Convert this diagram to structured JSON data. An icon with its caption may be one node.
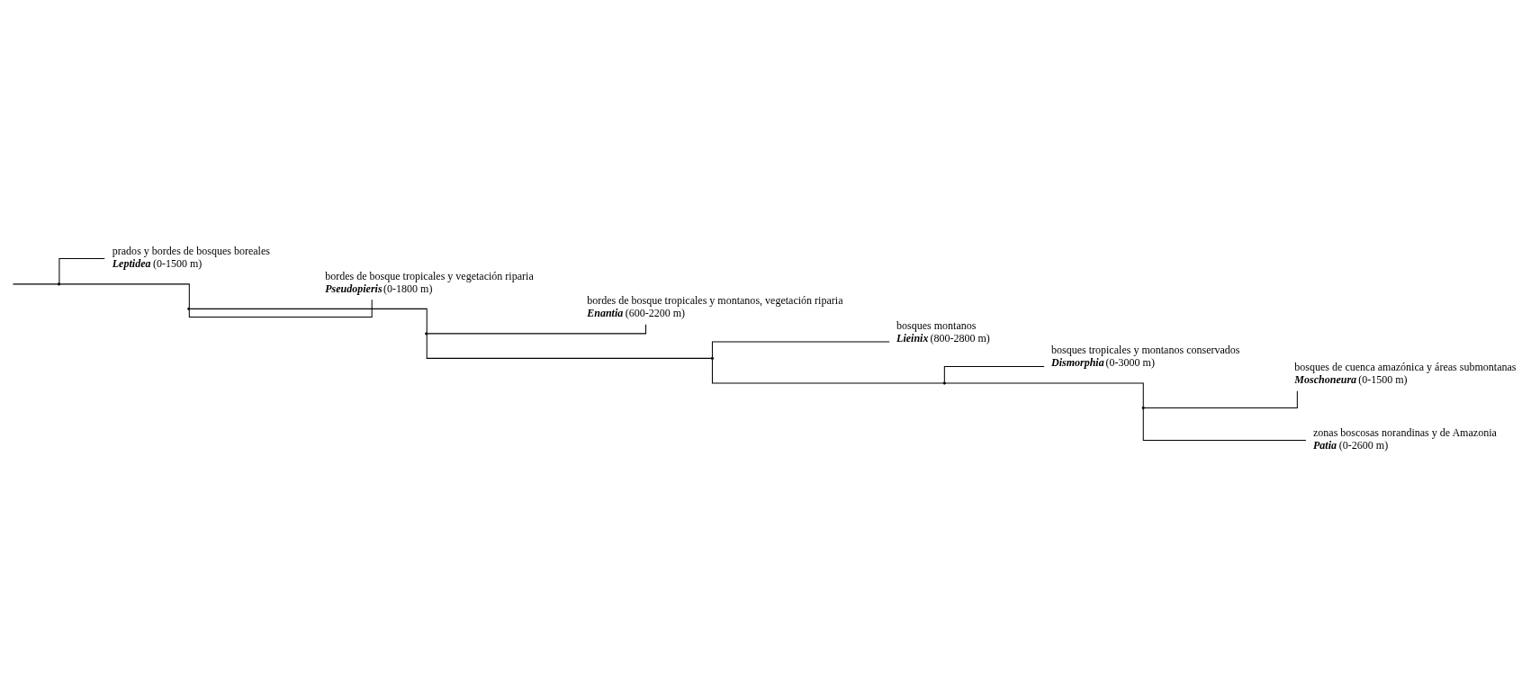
{
  "diagram": {
    "nodes": [
      {
        "text": [],
        "shape": "point"
      },
      {
        "text": [
          "Leptidea",
          "(0-1500 m)"
        ],
        "beside": [
          "prados y bordes de bosques boreales"
        ]
      },
      {
        "text": [],
        "shape": "point"
      },
      {
        "text": [
          "Pseudopieris",
          "(0-1800 m)"
        ],
        "beside": [
          "bordes de bosque tropicales y vegetación riparia"
        ]
      },
      {
        "text": [],
        "shape": "point"
      },
      {
        "text": [
          "Enantia",
          "(600-2200 m)"
        ],
        "beside": [
          "bordes de bosque tropicales y montanos, vegetación riparia"
        ]
      },
      {
        "text": [],
        "shape": "point"
      },
      {
        "text": [
          "Lieinix",
          "(800-2800 m)"
        ],
        "beside": [
          "bosques montanos"
        ]
      },
      {
        "text": [],
        "shape": "point"
      },
      {
        "text": [
          "Dismorphia",
          "(0-3000 m)"
        ],
        "beside": [
          "bosques tropicales y montanos conservados"
        ]
      },
      {
        "text": [],
        "shape": "point"
      },
      {
        "text": [
          "Moschoneura",
          "(0-1500 m)"
        ],
        "beside": [
          "bosques de cuenca amazónica y áreas submontanas"
        ]
      },
      {
        "text": [
          "Patia",
          "(0-2600 m)"
        ],
        "beside": [
          "zonas boscosas norandinas y de Amazonia"
        ]
      }
    ],
    "edges": [
      {
        "from": null,
        "to": 0,
        "arrow": "none"
      },
      {
        "from": 0,
        "to": 1,
        "arrow": "none"
      },
      {
        "from": 0,
        "to": 2,
        "arrow": "none"
      },
      {
        "from": 2,
        "to": 3,
        "arrow": "none"
      },
      {
        "from": 2,
        "to": 4,
        "arrow": "none"
      },
      {
        "from": 4,
        "to": 5,
        "arrow": "none"
      },
      {
        "from": 4,
        "to": 6,
        "arrow": "none"
      },
      {
        "from": 6,
        "to": 7,
        "arrow": "none"
      },
      {
        "from": 6,
        "to": 8,
        "arrow": "none"
      },
      {
        "from": 8,
        "to": 9,
        "arrow": "none"
      },
      {
        "from": 8,
        "to": 10,
        "arrow": "none"
      },
      {
        "from": 10,
        "to": 11,
        "arrow": "none"
      },
      {
        "from": 10,
        "to": 12,
        "arrow": "none"
      }
    ]
  }
}
